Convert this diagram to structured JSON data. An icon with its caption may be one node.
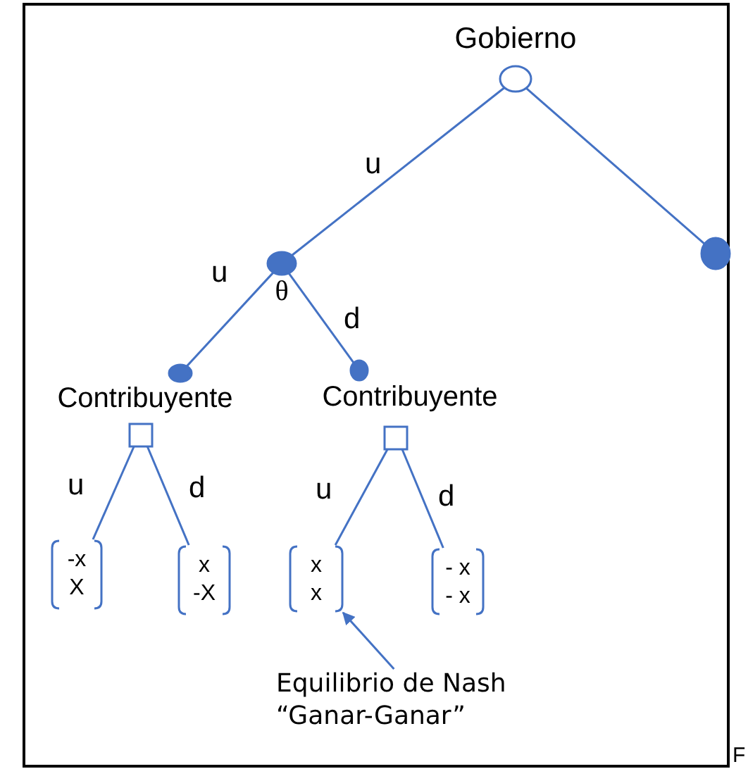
{
  "diagram": {
    "nodes": [
      {
        "text": [
          "Gobierno"
        ]
      },
      {
        "text": [
          "θ"
        ]
      },
      {
        "text": [],
        "shape": "circle"
      },
      {
        "text": [],
        "shape": "circle"
      },
      {
        "text": [],
        "shape": "circle"
      },
      {
        "text": [
          "Contribuyente"
        ]
      },
      {
        "text": [
          "Contribuyente"
        ]
      },
      {
        "text": [
          "-x",
          "X"
        ]
      },
      {
        "text": [
          "x",
          "-X"
        ]
      },
      {
        "text": [
          "x",
          "x"
        ]
      },
      {
        "text": [
          "- x",
          "- x"
        ]
      },
      {
        "text": [
          "Equilibrio de Nash “Ganar-Ganar”"
        ]
      }
    ],
    "edges": [
      {
        "from": 0,
        "to": 1,
        "arrow": "none",
        "label": "u"
      },
      {
        "from": 0,
        "to": 2,
        "arrow": "none"
      },
      {
        "from": 1,
        "to": 3,
        "arrow": "none",
        "label": "u"
      },
      {
        "from": 1,
        "to": 4,
        "arrow": "none",
        "label": "d"
      },
      {
        "from": 5,
        "to": 7,
        "arrow": "none",
        "label": "u"
      },
      {
        "from": 5,
        "to": 8,
        "arrow": "none",
        "label": "d"
      },
      {
        "from": 6,
        "to": 9,
        "arrow": "none",
        "label": "u"
      },
      {
        "from": 6,
        "to": 10,
        "arrow": "none",
        "label": "d"
      },
      {
        "from": 11,
        "to": 9,
        "arrow": "to"
      }
    ],
    "labels": [
      "F"
    ]
  }
}
